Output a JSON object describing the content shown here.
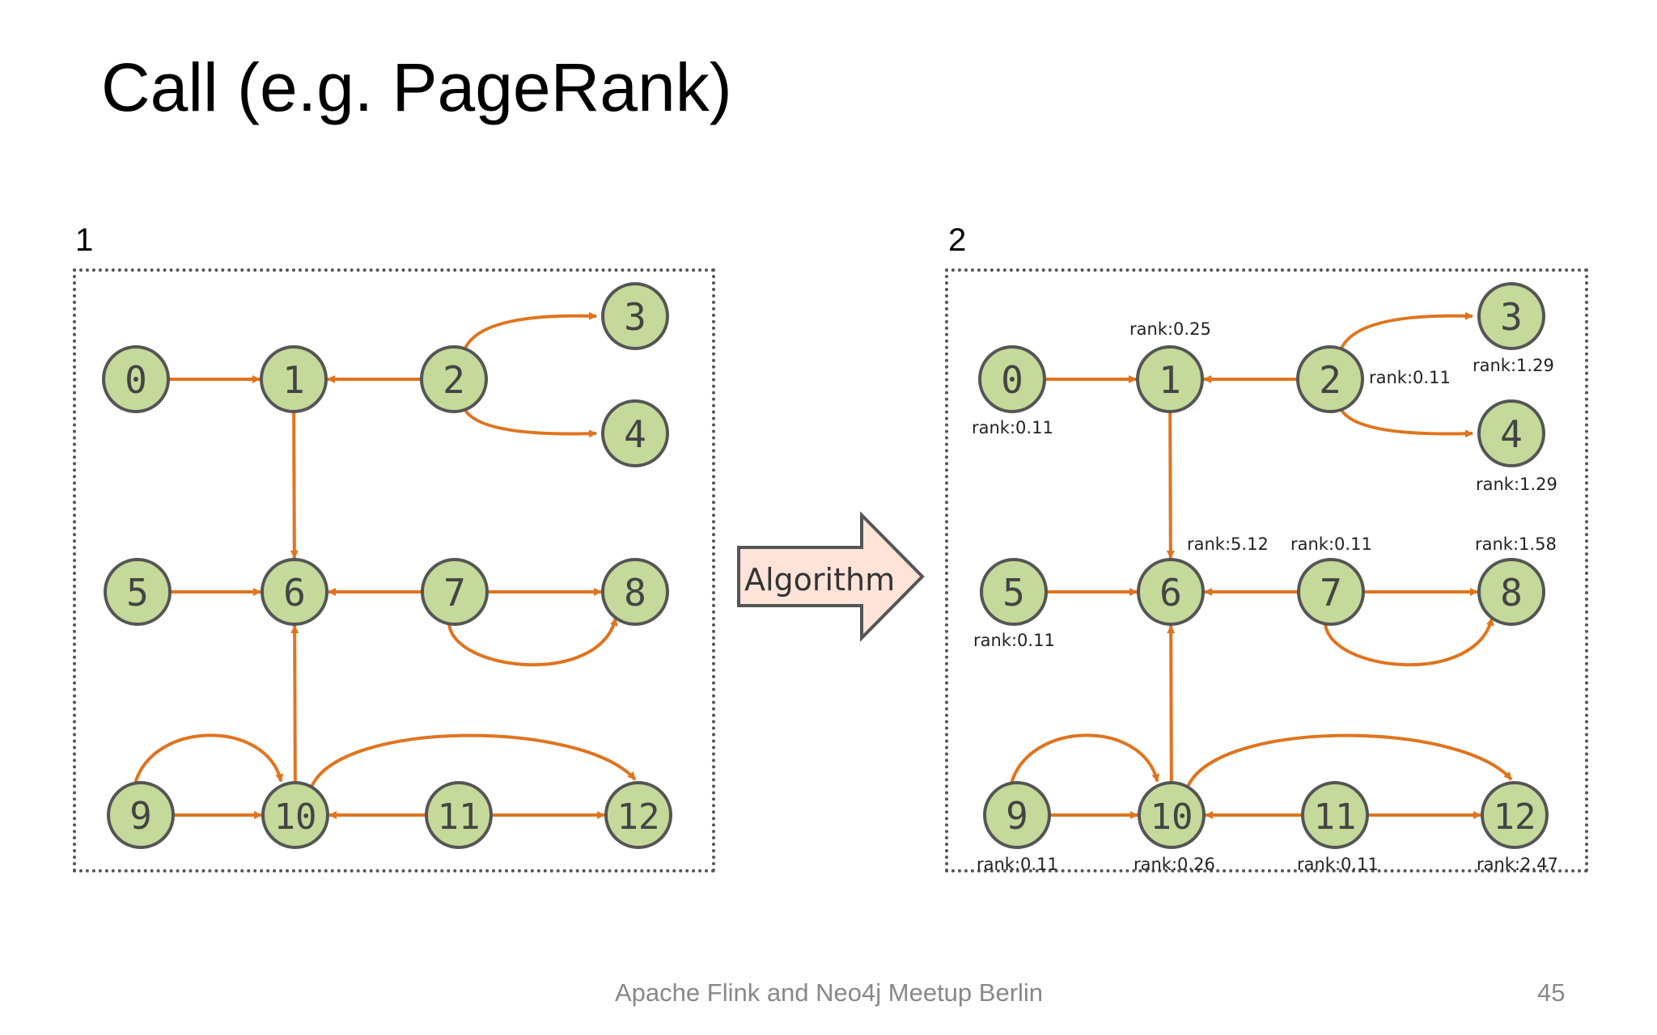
{
  "title": "Call (e.g. PageRank)",
  "panels": [
    {
      "number": "1"
    },
    {
      "number": "2"
    }
  ],
  "arrow_label": "Algorithm",
  "nodes": [
    "0",
    "1",
    "2",
    "3",
    "4",
    "5",
    "6",
    "7",
    "8",
    "9",
    "10",
    "11",
    "12"
  ],
  "edges": [
    {
      "from": "0",
      "to": "1"
    },
    {
      "from": "2",
      "to": "1"
    },
    {
      "from": "2",
      "to": "3"
    },
    {
      "from": "2",
      "to": "4"
    },
    {
      "from": "1",
      "to": "6"
    },
    {
      "from": "5",
      "to": "6"
    },
    {
      "from": "7",
      "to": "6"
    },
    {
      "from": "7",
      "to": "8"
    },
    {
      "from": "7",
      "to": "8"
    },
    {
      "from": "10",
      "to": "6"
    },
    {
      "from": "9",
      "to": "10"
    },
    {
      "from": "9",
      "to": "10"
    },
    {
      "from": "11",
      "to": "10"
    },
    {
      "from": "11",
      "to": "12"
    },
    {
      "from": "10",
      "to": "12"
    }
  ],
  "ranks": {
    "0": "rank:0.11",
    "1": "rank:0.25",
    "2": "rank:0.11",
    "3": "rank:1.29",
    "4": "rank:1.29",
    "5": "rank:0.11",
    "6": "rank:5.12",
    "7": "rank:0.11",
    "8": "rank:1.58",
    "9": "rank:0.11",
    "10": "rank:0.26",
    "11": "rank:0.11",
    "12": "rank:2.47"
  },
  "colors": {
    "node_fill": "#c5d99a",
    "node_stroke": "#555555",
    "node_text": "#444444",
    "edge": "#e0741e",
    "arrow_fill": "#fde3d8",
    "arrow_stroke": "#555555"
  },
  "footer": "Apache Flink and Neo4j Meetup Berlin",
  "page_number": "45"
}
